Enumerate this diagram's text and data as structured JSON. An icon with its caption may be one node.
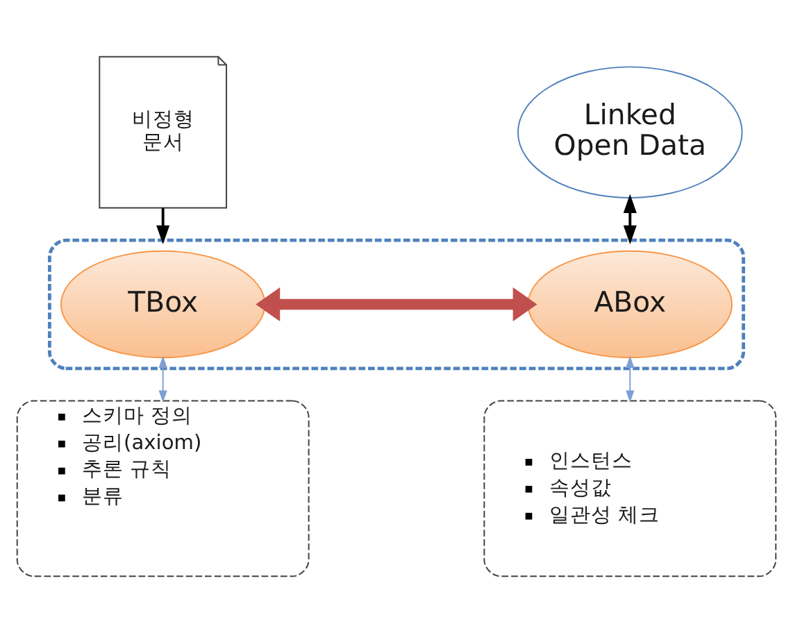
{
  "diagram": {
    "nodes": [
      {
        "text": [
          "비정형 문서"
        ]
      },
      {
        "text": [
          "Linked Open Data"
        ]
      },
      {
        "text": [],
        "shape": "box"
      },
      {
        "text": [
          "TBox"
        ],
        "in": 2
      },
      {
        "text": [
          "ABox"
        ],
        "in": 2
      },
      {
        "text": [
          "스키마 정의",
          "공리(axiom)",
          "추론 규칙",
          "분류"
        ]
      },
      {
        "text": [
          "인스턴스",
          "속성값",
          "일관성 체크"
        ]
      }
    ],
    "edges": [
      {
        "from": 0,
        "to": 2,
        "arrow": "to"
      },
      {
        "from": 1,
        "to": 2,
        "arrow": "both"
      },
      {
        "from": 3,
        "to": 4,
        "arrow": "both",
        "style": "thick",
        "color": "#c0504d"
      },
      {
        "from": 3,
        "to": 5,
        "arrow": "both",
        "color": "#7f9fd3"
      },
      {
        "from": 4,
        "to": 6,
        "arrow": "both",
        "color": "#7f9fd3"
      }
    ]
  }
}
